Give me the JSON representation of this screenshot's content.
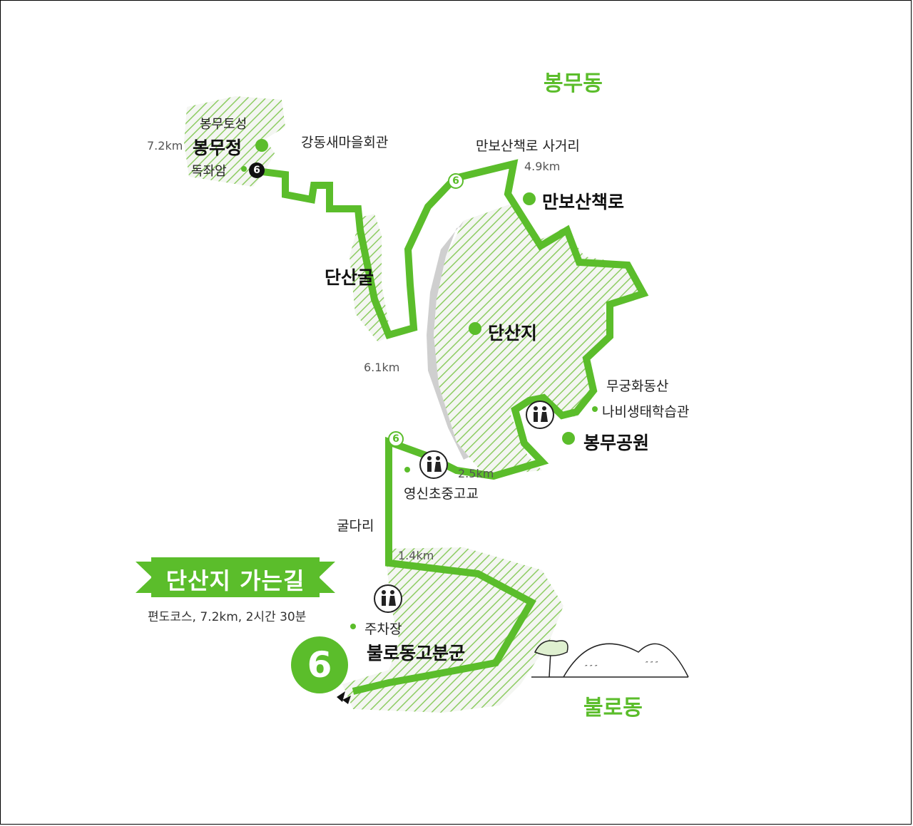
{
  "districts": {
    "bongmu": "봉무동",
    "bullo": "불로동"
  },
  "places": {
    "bongmu_toseong": "봉무토성",
    "bongmujeong": "봉무정",
    "dokjwaam": "독좌암",
    "gangdong_hall": "강동새마을회관",
    "manbo_intersection": "만보산책로 사거리",
    "manbo_trail": "만보산책로",
    "dansangul": "단산굴",
    "dansanji": "단산지",
    "mugunghwa": "무궁화동산",
    "butterfly": "나비생태학습관",
    "bongmu_park": "봉무공원",
    "youngshin": "영신초중고교",
    "guldari": "굴다리",
    "parking": "주차장",
    "bullo_tombs": "불로동고분군"
  },
  "distances": {
    "d72": "7.2km",
    "d49": "4.9km",
    "d61": "6.1km",
    "d25": "2.5km",
    "d14": "1.4km"
  },
  "course": {
    "number": "6",
    "title": "단산지 가는길",
    "summary": "편도코스, 7.2km, 2시간 30분"
  },
  "colors": {
    "route_green": "#5bbd2b",
    "hatch_green": "#8dcc62",
    "lake_gray": "#cfcfcf",
    "text_dark": "#111111"
  },
  "icons": [
    "restroom-icon",
    "start-flag-icon",
    "tumulus-hills-icon"
  ]
}
